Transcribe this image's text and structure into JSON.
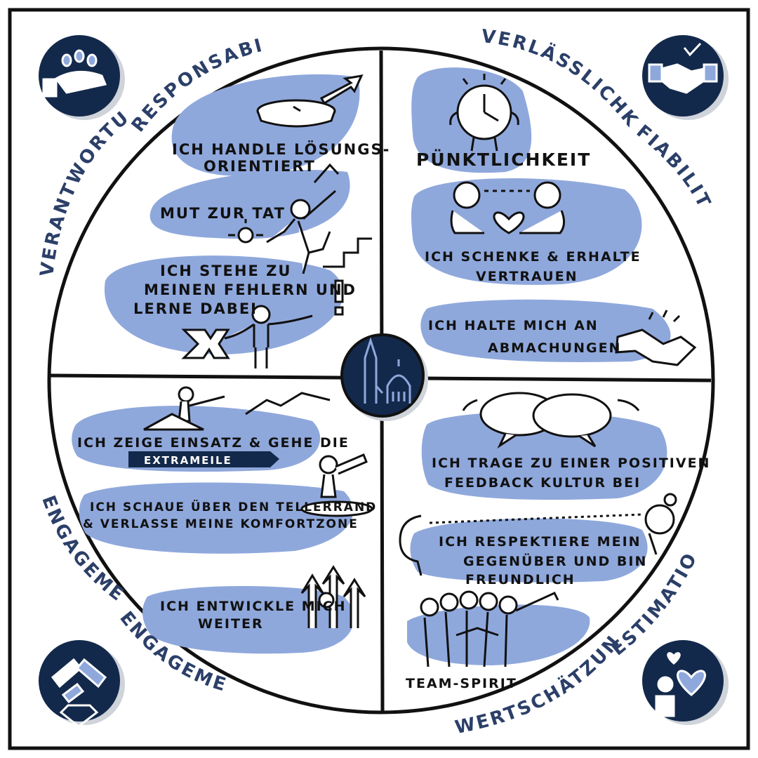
{
  "colors": {
    "navy": "#13294b",
    "blob": "#8fa8dc",
    "ink": "#111111",
    "heading": "#2b3f68",
    "badge_shadow": "#cfd3da"
  },
  "headings": {
    "top_left_de": "VERANTWORTUNG",
    "top_left_fr": "RESPONSABILITÉ",
    "top_right_de": "VERLÄSSLICHKEIT",
    "top_right_fr": "FIABILITÉ",
    "bottom_left_de": "ENGAGEMENT",
    "bottom_left_fr": "ENGAGEMENT",
    "bottom_right_de": "WERTSCHÄTZUNG",
    "bottom_right_fr": "ESTIMATION"
  },
  "responsibility": {
    "line1a": "ICH HANDLE LÖSUNGS-",
    "line1b": "ORIENTIERT",
    "line2": "MUT ZUR TAT",
    "line3a": "ICH STEHE ZU",
    "line3b": "MEINEN FEHLERN UND",
    "line3c": "LERNE DABEI"
  },
  "reliability": {
    "line1": "PÜNKTLICHKEIT",
    "line2a": "ICH SCHENKE & ERHALTE",
    "line2b": "VERTRAUEN",
    "line3a": "ICH HALTE MICH AN",
    "line3b": "ABMACHUNGEN"
  },
  "engagement": {
    "line1": "ICH ZEIGE EINSATZ & GEHE DIE",
    "banner": "EXTRAMEILE",
    "line2a": "ICH SCHAUE ÜBER DEN TELLERRAND",
    "line2b": "& VERLASSE MEINE KOMFORTZONE",
    "line3a": "ICH ENTWICKLE MICH",
    "line3b": "WEITER"
  },
  "appreciation": {
    "line1a": "ICH TRAGE ZU EINER POSITIVEN",
    "line1b": "FEEDBACK KULTUR BEI",
    "line2a": "ICH RESPEKTIERE MEIN",
    "line2b": "GEGENÜBER UND BIN",
    "line2c": "FREUNDLICH",
    "line3": "TEAM-SPIRIT"
  },
  "icons": [
    "hands-offering-icon",
    "handshake-check-icon",
    "hands-diamond-icon",
    "person-heart-icon",
    "cathedral-logo-icon"
  ]
}
